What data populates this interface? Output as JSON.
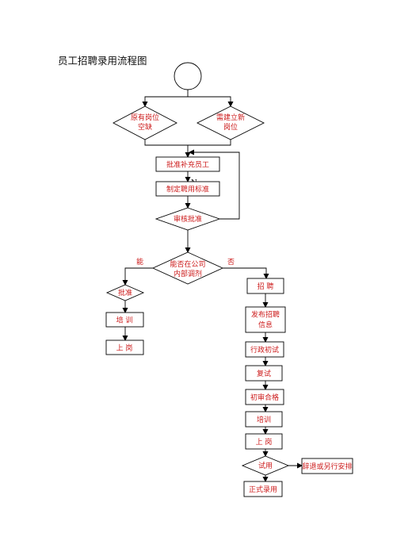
{
  "title": "员工招聘录用流程图",
  "nodes": {
    "existing_post_vacant": [
      "原有岗位",
      "空缺"
    ],
    "new_post_needed": [
      "需建立新",
      "岗位"
    ],
    "approve_staff_supplement": "批准补充员工",
    "set_hiring_criteria": "制定聘用标准",
    "review_approve": "审核批准",
    "internal_transfer_possible": [
      "能否在公司",
      "内部调剂"
    ],
    "approve": "批准",
    "training_left": "培  训",
    "onboard_left": "上  岗",
    "recruit": "招  聘",
    "publish_recruit_info": [
      "发布招聘",
      "信息"
    ],
    "admin_first_interview": "行政初试",
    "second_interview": "复试",
    "first_review_passed": "初审合格",
    "training_right": "培训",
    "onboard_right": "上  岗",
    "probation": "试用",
    "dismiss_or_reassign": "辞退或另行安排",
    "formal_hire": "正式录用"
  },
  "labels": {
    "yes": "能",
    "no": "否",
    "n_mark": "N"
  }
}
